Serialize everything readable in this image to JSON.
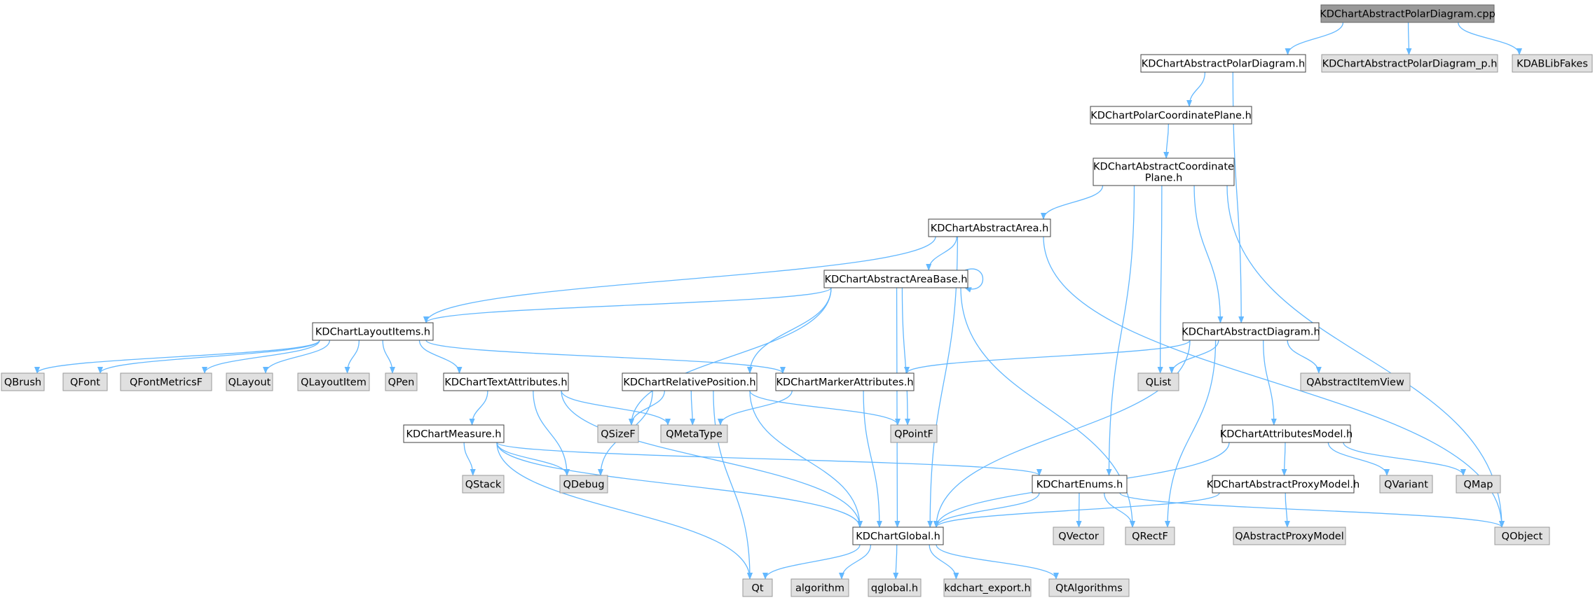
{
  "colors": {
    "edge": "#63b8ff",
    "node_fill": "#ffffff",
    "node_border": "#404040",
    "external_fill": "#e0e0e0",
    "external_border": "#999999",
    "root_fill": "#999999",
    "root_border": "#666666",
    "text": "#000000"
  },
  "nodes": [
    {
      "id": "root",
      "kind": "root",
      "label": "KDChartAbstractPolarDiagram.cpp"
    },
    {
      "id": "apd_h",
      "kind": "file",
      "label": "KDChartAbstractPolarDiagram.h"
    },
    {
      "id": "apd_p",
      "kind": "external",
      "label": "KDChartAbstractPolarDiagram_p.h"
    },
    {
      "id": "kdab",
      "kind": "external",
      "label": "KDABLibFakes"
    },
    {
      "id": "pcp",
      "kind": "file",
      "label": "KDChartPolarCoordinatePlane.h"
    },
    {
      "id": "acp",
      "kind": "file",
      "label": "KDChartAbstractCoordinate\nPlane.h"
    },
    {
      "id": "aa",
      "kind": "file",
      "label": "KDChartAbstractArea.h"
    },
    {
      "id": "aab",
      "kind": "file",
      "label": "KDChartAbstractAreaBase.h"
    },
    {
      "id": "li",
      "kind": "file",
      "label": "KDChartLayoutItems.h"
    },
    {
      "id": "ad",
      "kind": "file",
      "label": "KDChartAbstractDiagram.h"
    },
    {
      "id": "qbrush",
      "kind": "external",
      "label": "QBrush"
    },
    {
      "id": "qfont",
      "kind": "external",
      "label": "QFont"
    },
    {
      "id": "qfm",
      "kind": "external",
      "label": "QFontMetricsF"
    },
    {
      "id": "qlayout",
      "kind": "external",
      "label": "QLayout"
    },
    {
      "id": "qli",
      "kind": "external",
      "label": "QLayoutItem"
    },
    {
      "id": "qpen",
      "kind": "external",
      "label": "QPen"
    },
    {
      "id": "ta",
      "kind": "file",
      "label": "KDChartTextAttributes.h"
    },
    {
      "id": "rp",
      "kind": "file",
      "label": "KDChartRelativePosition.h"
    },
    {
      "id": "ma",
      "kind": "file",
      "label": "KDChartMarkerAttributes.h"
    },
    {
      "id": "qlist",
      "kind": "external",
      "label": "QList"
    },
    {
      "id": "qaiv",
      "kind": "external",
      "label": "QAbstractItemView"
    },
    {
      "id": "meas",
      "kind": "file",
      "label": "KDChartMeasure.h"
    },
    {
      "id": "qsizef",
      "kind": "external",
      "label": "QSizeF"
    },
    {
      "id": "qmeta",
      "kind": "external",
      "label": "QMetaType"
    },
    {
      "id": "qpointf",
      "kind": "external",
      "label": "QPointF"
    },
    {
      "id": "am",
      "kind": "file",
      "label": "KDChartAttributesModel.h"
    },
    {
      "id": "qstack",
      "kind": "external",
      "label": "QStack"
    },
    {
      "id": "qdebug",
      "kind": "external",
      "label": "QDebug"
    },
    {
      "id": "enums",
      "kind": "file",
      "label": "KDChartEnums.h"
    },
    {
      "id": "apm",
      "kind": "file",
      "label": "KDChartAbstractProxyModel.h"
    },
    {
      "id": "qvariant",
      "kind": "external",
      "label": "QVariant"
    },
    {
      "id": "qmap",
      "kind": "external",
      "label": "QMap"
    },
    {
      "id": "glob",
      "kind": "file",
      "label": "KDChartGlobal.h"
    },
    {
      "id": "qvector",
      "kind": "external",
      "label": "QVector"
    },
    {
      "id": "qrectf",
      "kind": "external",
      "label": "QRectF"
    },
    {
      "id": "qapm",
      "kind": "external",
      "label": "QAbstractProxyModel"
    },
    {
      "id": "qobject",
      "kind": "external",
      "label": "QObject"
    },
    {
      "id": "qt",
      "kind": "external",
      "label": "Qt"
    },
    {
      "id": "algo",
      "kind": "external",
      "label": "algorithm"
    },
    {
      "id": "qglobal",
      "kind": "external",
      "label": "qglobal.h"
    },
    {
      "id": "kexp",
      "kind": "external",
      "label": "kdchart_export.h"
    },
    {
      "id": "qtalgo",
      "kind": "external",
      "label": "QtAlgorithms"
    }
  ],
  "edges": [
    [
      "root",
      "apd_h"
    ],
    [
      "root",
      "apd_p"
    ],
    [
      "root",
      "kdab"
    ],
    [
      "apd_h",
      "pcp"
    ],
    [
      "apd_h",
      "ad"
    ],
    [
      "pcp",
      "acp"
    ],
    [
      "acp",
      "aa"
    ],
    [
      "acp",
      "ad"
    ],
    [
      "acp",
      "qlist"
    ],
    [
      "acp",
      "enums"
    ],
    [
      "acp",
      "qobject"
    ],
    [
      "aa",
      "aab"
    ],
    [
      "aa",
      "li"
    ],
    [
      "aa",
      "glob"
    ],
    [
      "aa",
      "qobject"
    ],
    [
      "aab",
      "aab"
    ],
    [
      "aab",
      "li"
    ],
    [
      "aab",
      "rp"
    ],
    [
      "aab",
      "qsizef"
    ],
    [
      "aab",
      "qpointf"
    ],
    [
      "aab",
      "glob"
    ],
    [
      "aab",
      "qrectf"
    ],
    [
      "li",
      "qbrush"
    ],
    [
      "li",
      "qfont"
    ],
    [
      "li",
      "qfm"
    ],
    [
      "li",
      "qlayout"
    ],
    [
      "li",
      "qli"
    ],
    [
      "li",
      "qpen"
    ],
    [
      "li",
      "ta"
    ],
    [
      "li",
      "ma"
    ],
    [
      "ad",
      "ma"
    ],
    [
      "ad",
      "qlist"
    ],
    [
      "ad",
      "qaiv"
    ],
    [
      "ad",
      "am"
    ],
    [
      "ad",
      "glob"
    ],
    [
      "ad",
      "qrectf"
    ],
    [
      "ta",
      "meas"
    ],
    [
      "ta",
      "qmeta"
    ],
    [
      "ta",
      "qdebug"
    ],
    [
      "ta",
      "glob"
    ],
    [
      "rp",
      "qsizef"
    ],
    [
      "rp",
      "qmeta"
    ],
    [
      "rp",
      "qpointf"
    ],
    [
      "rp",
      "qdebug"
    ],
    [
      "rp",
      "glob"
    ],
    [
      "rp",
      "qt"
    ],
    [
      "ma",
      "qmeta"
    ],
    [
      "ma",
      "glob"
    ],
    [
      "meas",
      "qstack"
    ],
    [
      "meas",
      "qdebug"
    ],
    [
      "meas",
      "enums"
    ],
    [
      "meas",
      "glob"
    ],
    [
      "meas",
      "qt"
    ],
    [
      "am",
      "apm"
    ],
    [
      "am",
      "qvariant"
    ],
    [
      "am",
      "qmap"
    ],
    [
      "am",
      "glob"
    ],
    [
      "apm",
      "qapm"
    ],
    [
      "apm",
      "glob"
    ],
    [
      "enums",
      "qvector"
    ],
    [
      "enums",
      "qrectf"
    ],
    [
      "enums",
      "glob"
    ],
    [
      "enums",
      "qobject"
    ],
    [
      "glob",
      "qt"
    ],
    [
      "glob",
      "algo"
    ],
    [
      "glob",
      "qglobal"
    ],
    [
      "glob",
      "kexp"
    ],
    [
      "glob",
      "qtalgo"
    ]
  ]
}
